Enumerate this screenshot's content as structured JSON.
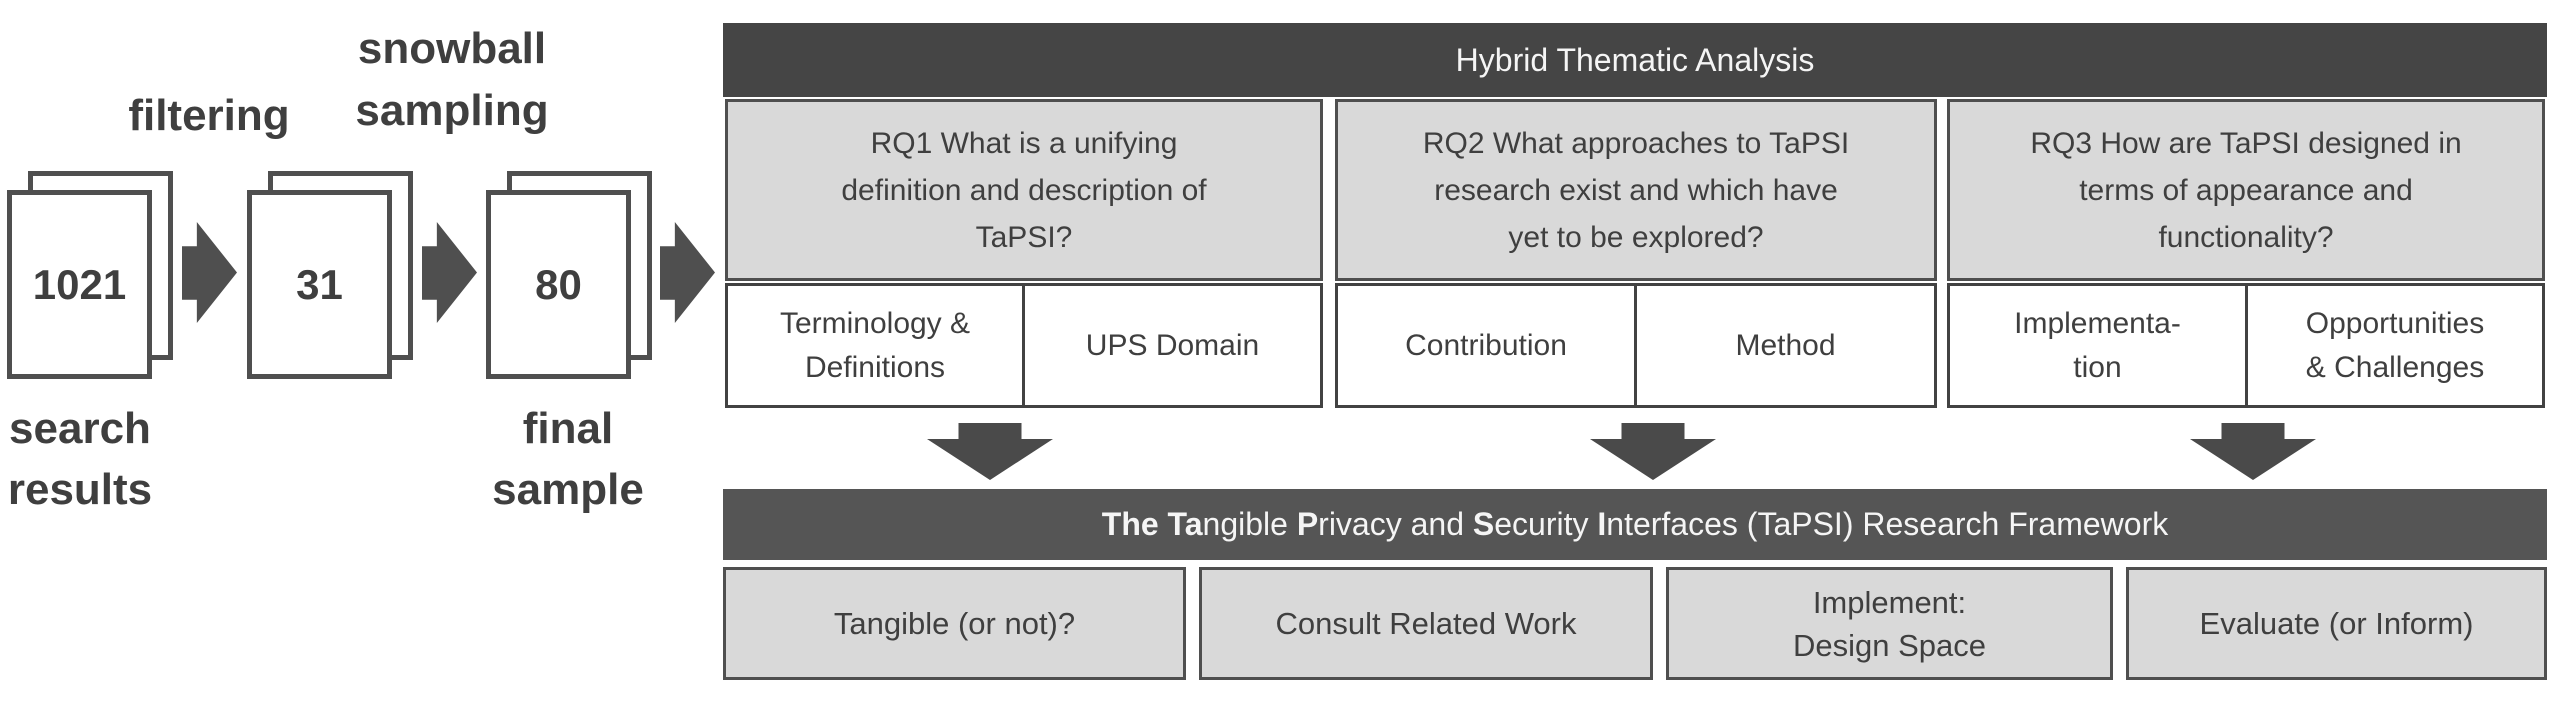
{
  "flow": {
    "transition_labels": {
      "filtering": "filtering",
      "snowball": "snowball\nsampling"
    },
    "steps": [
      {
        "count": "1021",
        "label": "search\nresults"
      },
      {
        "count": "31",
        "label": ""
      },
      {
        "count": "80",
        "label": "final\nsample"
      }
    ]
  },
  "analysis": {
    "title": "Hybrid Thematic Analysis",
    "columns": [
      {
        "question": "RQ1 What is a unifying\ndefinition and description of\nTaPSI?",
        "themes": [
          "Terminology &\nDefinitions",
          "UPS Domain"
        ]
      },
      {
        "question": "RQ2 What approaches to TaPSI\nresearch exist and which have\nyet to be explored?",
        "themes": [
          "Contribution",
          "Method"
        ]
      },
      {
        "question": "RQ3 How are TaPSI designed in\nterms of appearance and\nfunctionality?",
        "themes": [
          "Implementa-\ntion",
          "Opportunities\n& Challenges"
        ]
      }
    ]
  },
  "framework": {
    "title_full": "The Tangible Privacy and Security Interfaces (TaPSI) Research Framework",
    "title_parts": [
      "The Ta",
      "ngible ",
      "P",
      "rivacy and ",
      "S",
      "ecurity ",
      "I",
      "nterfaces (TaPSI) Research Framework"
    ],
    "stages": [
      "Tangible (or not)?",
      "Consult Related Work",
      "Implement:\nDesign Space",
      "Evaluate (or Inform)"
    ]
  },
  "colors": {
    "header_bar": "#454545",
    "arrow": "#4f4f4f",
    "light_box_fill": "#d9d9d9",
    "white_box_fill": "#ffffff",
    "border": "#4f4f4f",
    "text": "#3f3f3f",
    "bar_text": "#f5f5f5"
  }
}
